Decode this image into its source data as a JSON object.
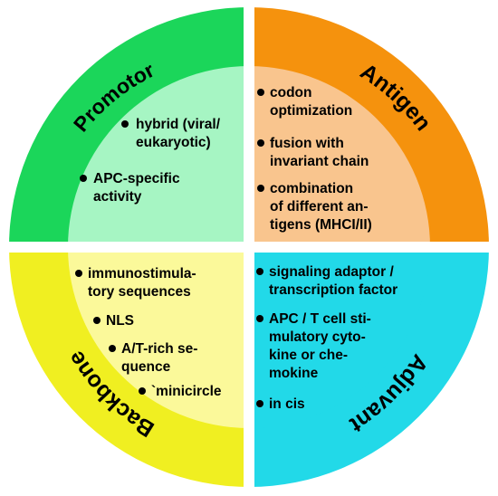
{
  "colors": {
    "promotor_outer": "#1bd65a",
    "promotor_inner": "#a6f5c3",
    "antigen_outer": "#f5920d",
    "antigen_inner": "#f9c58e",
    "backbone_outer": "#f0ef21",
    "backbone_inner": "#fbf99a",
    "adjuvant_outer": "#22d9e8",
    "adjuvant_inner": "#22d9e8",
    "divider": "#ffffff"
  },
  "quadrants": {
    "promotor": {
      "label": "Promotor",
      "items": [
        {
          "lines": [
            "hybrid (viral/",
            "eukaryotic)"
          ]
        },
        {
          "lines": [
            "APC-specific",
            "activity"
          ]
        }
      ]
    },
    "antigen": {
      "label": "Antigen",
      "items": [
        {
          "lines": [
            "codon",
            "optimization"
          ]
        },
        {
          "lines": [
            "fusion with",
            "invariant chain"
          ]
        },
        {
          "lines": [
            "combination",
            "of different an-",
            "tigens (MHCI/II)"
          ]
        }
      ]
    },
    "backbone": {
      "label": "Backbone",
      "items": [
        {
          "lines": [
            "immunostimula-",
            "tory sequences"
          ]
        },
        {
          "lines": [
            "NLS"
          ]
        },
        {
          "lines": [
            "A/T-rich se-",
            "quence"
          ]
        },
        {
          "lines": [
            "`minicircle"
          ]
        }
      ]
    },
    "adjuvant": {
      "label": "Adjuvant",
      "items": [
        {
          "lines": [
            "signaling adaptor /",
            "transcription factor"
          ]
        },
        {
          "lines": [
            "APC / T cell sti-",
            "mulatory cyto-",
            "kine or che-",
            "mokine"
          ]
        },
        {
          "lines": [
            "in cis"
          ]
        }
      ]
    }
  }
}
